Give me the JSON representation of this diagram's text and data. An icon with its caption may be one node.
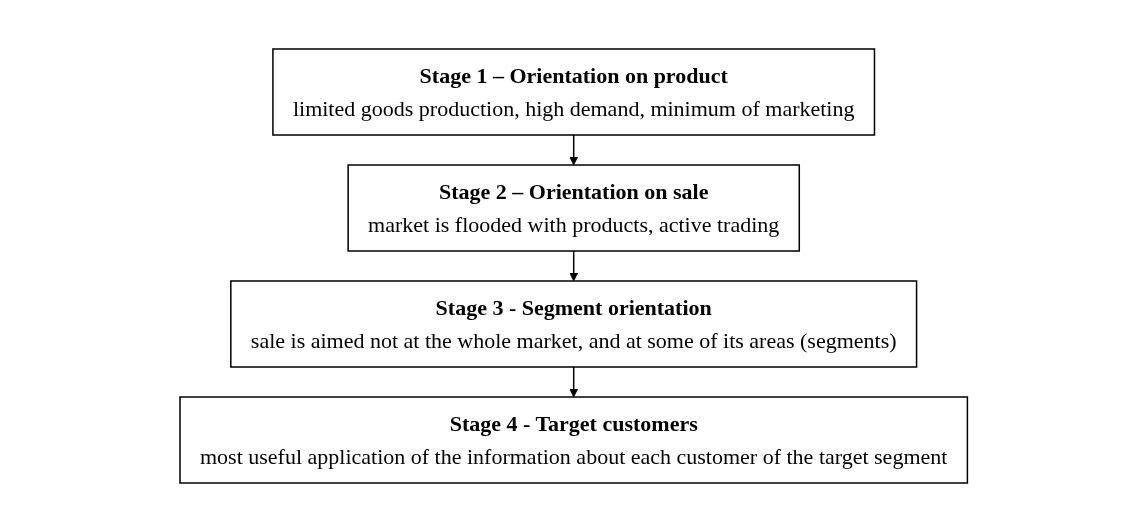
{
  "diagram": {
    "nodes": [
      {
        "text": [
          "Stage 1 – Orientation on product",
          "limited goods production, high demand, minimum of marketing"
        ]
      },
      {
        "text": [
          "Stage 2 – Orientation on sale",
          "market is flooded with products, active trading"
        ]
      },
      {
        "text": [
          "Stage 3 - Segment orientation",
          "sale is aimed not at the whole market, and at some of its areas (segments)"
        ]
      },
      {
        "text": [
          "Stage 4 - Target customers",
          "most useful application of the information about each customer of the target segment"
        ]
      }
    ],
    "edges": [
      {
        "from": 0,
        "to": 1,
        "arrow": "to"
      },
      {
        "from": 1,
        "to": 2,
        "arrow": "to"
      },
      {
        "from": 2,
        "to": 3,
        "arrow": "to"
      }
    ]
  }
}
